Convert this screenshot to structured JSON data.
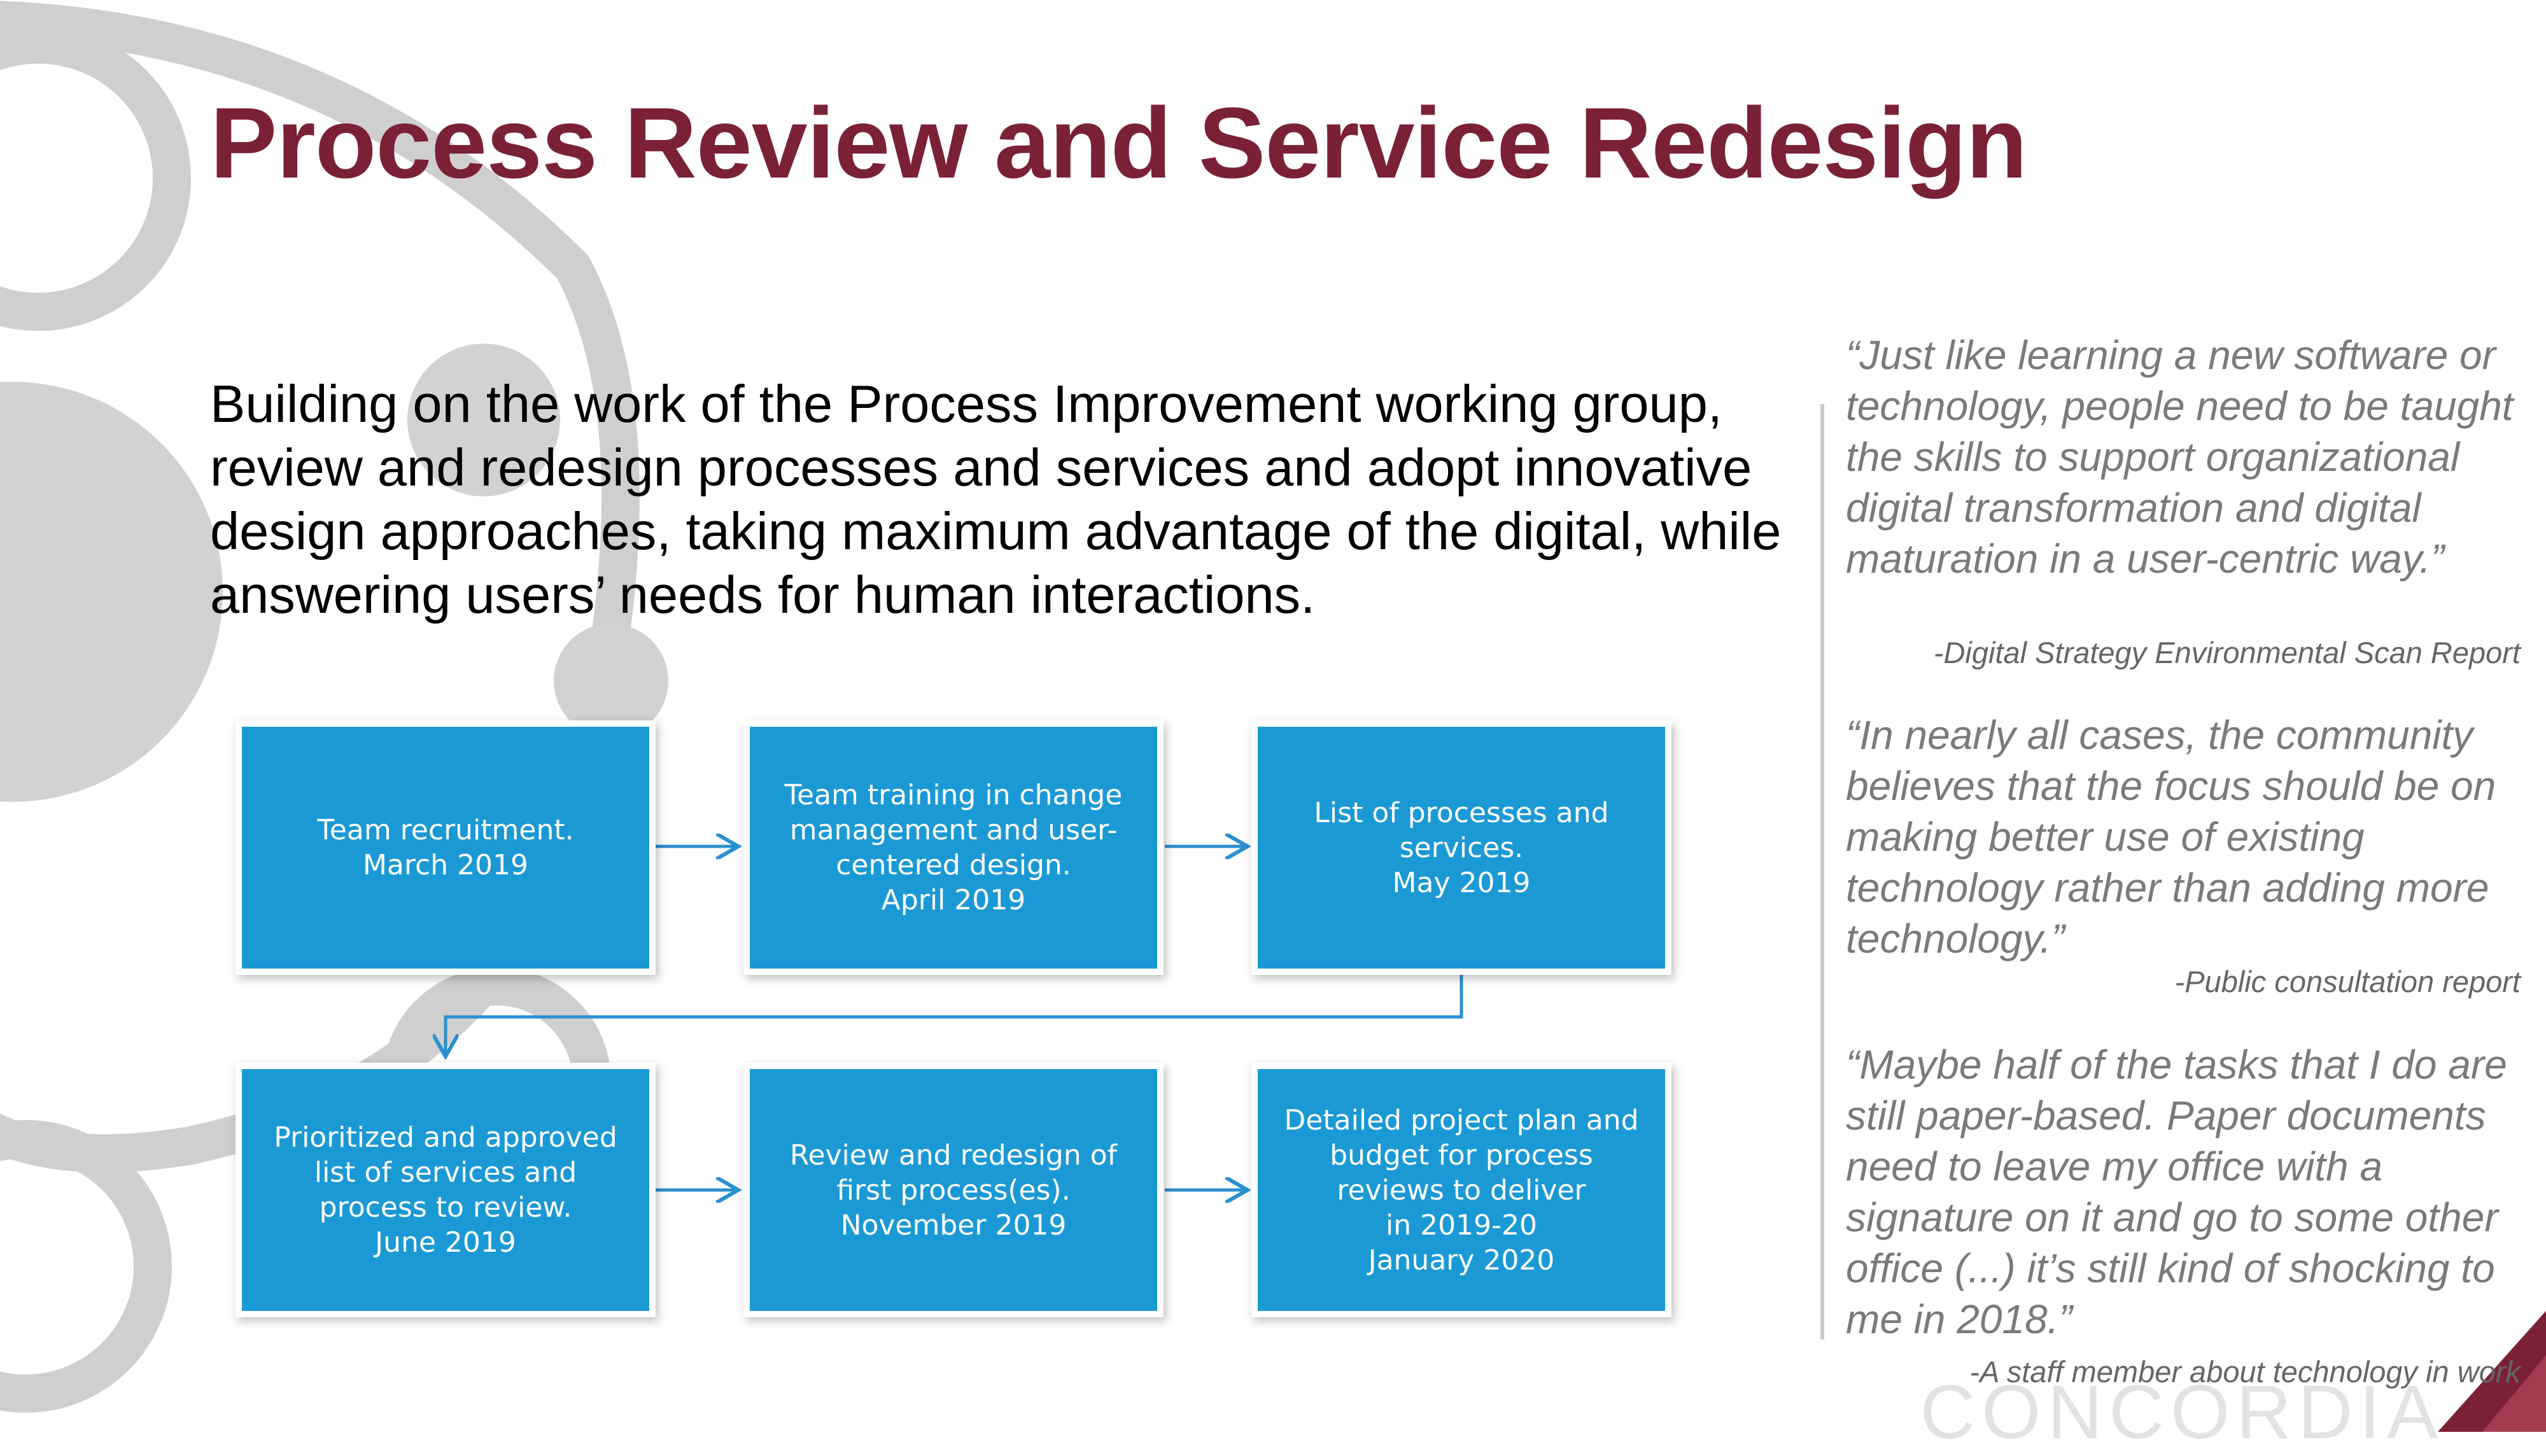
{
  "slide": {
    "title": "Process Review and Service Redesign",
    "intro": "Building on the work of the Process Improvement working group, review and redesign processes and services and adopt innovative design approaches, taking maximum advantage of the digital, while answering users’ needs for human interactions."
  },
  "flow": {
    "steps": [
      "Team recruitment.\nMarch 2019",
      "Team training in change management and user-centered design.\nApril 2019",
      "List of processes and services.\nMay 2019",
      "Prioritized and approved list of services and process to review.\nJune 2019",
      "Review and redesign of first process(es).\nNovember 2019",
      "Detailed project plan and budget for process reviews to deliver\nin 2019-20\nJanuary 2020"
    ]
  },
  "quotes": [
    {
      "text": "“Just like learning a new software or technology, people need to be taught the skills to support organizational digital transformation and digital maturation in a user-centric way.”",
      "source": "-Digital Strategy Environmental Scan Report"
    },
    {
      "text": "“In nearly all cases, the community believes that the focus should be on making better use of existing technology rather than adding more technology.”",
      "source": "-Public consultation report"
    },
    {
      "text": "“Maybe half of the tasks that I do are still paper-based. Paper documents need to leave my office with a signature on it and go to some other office (...) it’s still kind of shocking to me in 2018.”",
      "source": "-A staff member about technology in work"
    }
  ],
  "footer": {
    "logo": "CONCORDIA"
  },
  "colors": {
    "title": "#7b2136",
    "box": "#1b99d5",
    "arrow": "#2a8fd0",
    "quote": "#7a7a7a"
  }
}
